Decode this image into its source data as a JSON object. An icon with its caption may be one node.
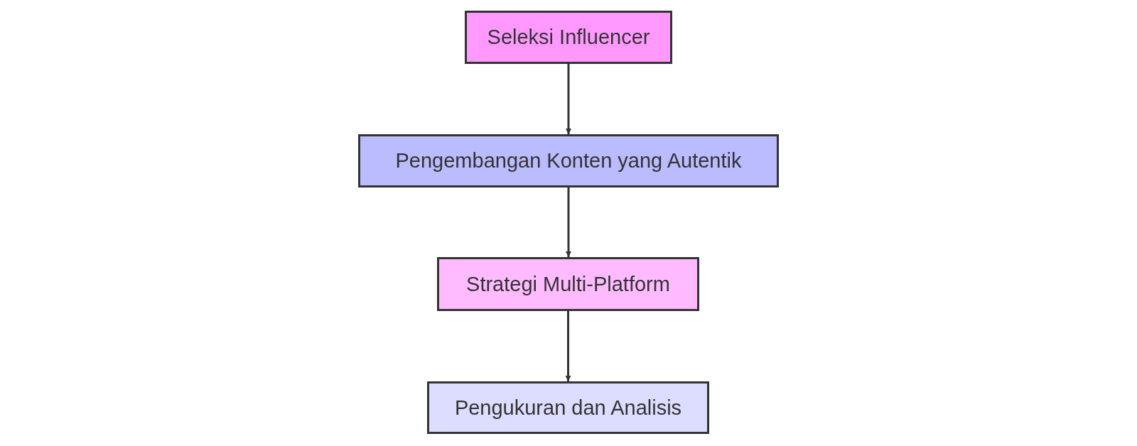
{
  "diagram": {
    "nodes": [
      {
        "text": [
          "Seleksi Influencer"
        ]
      },
      {
        "text": [
          "Pengembangan Konten yang Autentik"
        ]
      },
      {
        "text": [
          "Strategi Multi-Platform"
        ]
      },
      {
        "text": [
          "Pengukuran dan Analisis"
        ]
      }
    ],
    "edges": [
      {
        "from": 0,
        "to": 1,
        "arrow": "to"
      },
      {
        "from": 1,
        "to": 2,
        "arrow": "to"
      },
      {
        "from": 2,
        "to": 3,
        "arrow": "to"
      }
    ]
  }
}
